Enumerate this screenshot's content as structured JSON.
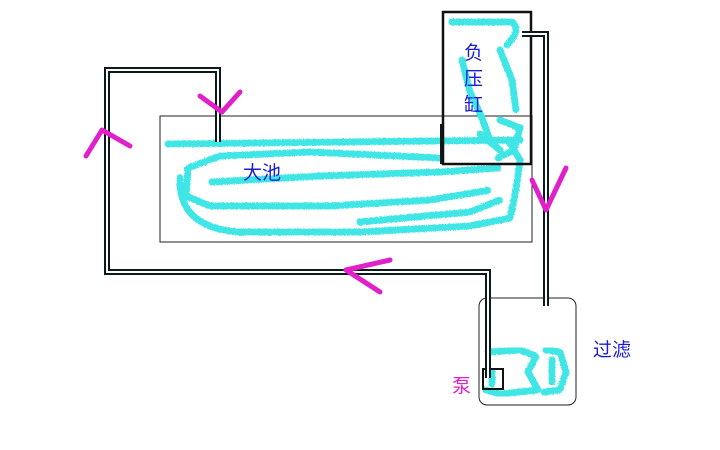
{
  "labels": {
    "main_tank": "大池",
    "vacuum_cylinder": "负压缸",
    "filter": "过滤",
    "pump": "泵"
  },
  "colors": {
    "pipe": "#0b1a1a",
    "pipe_inner": "#ffffff",
    "water": "#3fe6e6",
    "arrow": "#e020c8",
    "text": "#1b1bd6",
    "box": "#111111"
  },
  "flow_arrows": [
    {
      "name": "arrow-up",
      "direction": "up"
    },
    {
      "name": "arrow-down-inlet",
      "direction": "down"
    },
    {
      "name": "arrow-down-right",
      "direction": "down"
    },
    {
      "name": "arrow-left",
      "direction": "left"
    }
  ]
}
